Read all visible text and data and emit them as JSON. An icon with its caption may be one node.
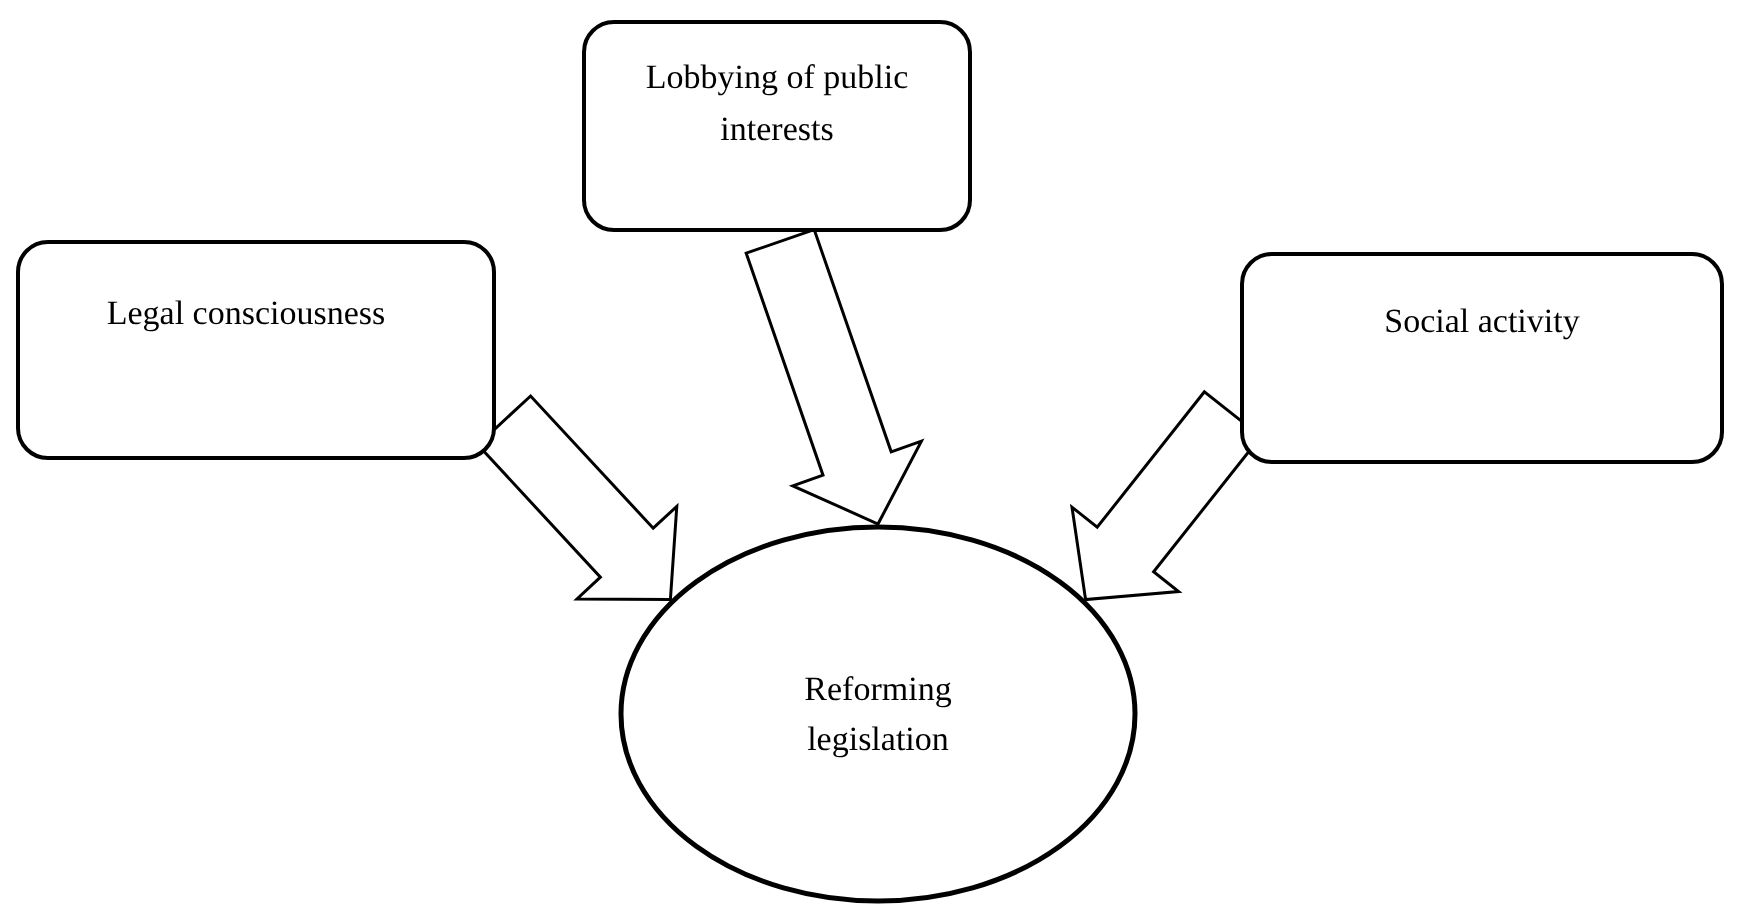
{
  "diagram": {
    "nodes": [
      {
        "text": [
          "Lobbying of public interests"
        ]
      },
      {
        "text": [
          "Legal consciousness"
        ]
      },
      {
        "text": [
          "Social activity"
        ]
      },
      {
        "text": [
          "Reforming legislation"
        ]
      }
    ],
    "edges": [
      {
        "from": 0,
        "to": 3,
        "arrow": "to"
      },
      {
        "from": 1,
        "to": 3,
        "arrow": "to"
      },
      {
        "from": 2,
        "to": 3,
        "arrow": "to"
      }
    ]
  }
}
